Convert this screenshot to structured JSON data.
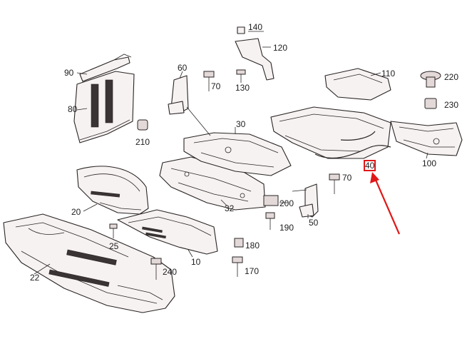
{
  "callouts": {
    "c10": "10",
    "c20": "20",
    "c22": "22",
    "c25": "25",
    "c30": "30",
    "c32": "32",
    "c40": "40",
    "c50": "50",
    "c60": "60",
    "c70a": "70",
    "c70b": "70",
    "c80": "80",
    "c90": "90",
    "c100": "100",
    "c110": "110",
    "c120": "120",
    "c130": "130",
    "c140": "140",
    "c170": "170",
    "c180": "180",
    "c190": "190",
    "c200": "200",
    "c210": "210",
    "c220": "220",
    "c230": "230",
    "c240": "240"
  },
  "highlight": {
    "label": "40",
    "color": "#e01818"
  }
}
